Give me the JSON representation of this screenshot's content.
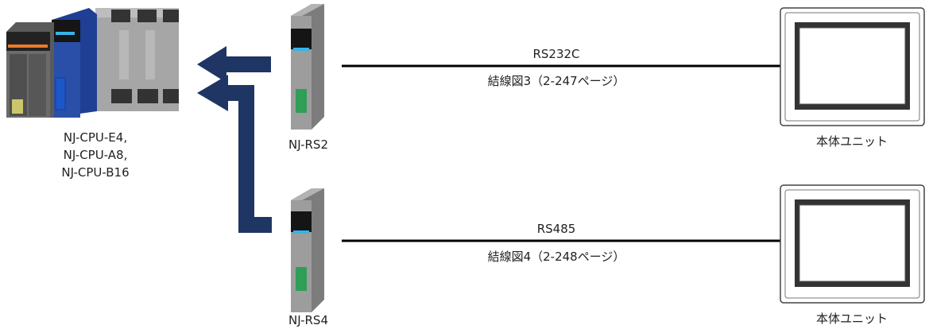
{
  "plc": {
    "labels": [
      "NJ-CPU-E4,",
      "NJ-CPU-A8,",
      "NJ-CPU-B16"
    ]
  },
  "modules": [
    {
      "name": "NJ-RS2"
    },
    {
      "name": "NJ-RS4"
    }
  ],
  "links": [
    {
      "protocol": "RS232C",
      "wiring": "結線図3（2-247ページ）"
    },
    {
      "protocol": "RS485",
      "wiring": "結線図4（2-248ページ）"
    }
  ],
  "terminals": [
    {
      "name": "本体ユニット"
    },
    {
      "name": "本体ユニット"
    }
  ],
  "colors": {
    "arrow": "#1f3564",
    "cpu_blue": "#2a4fa8",
    "module_gray": "#9d9d9d",
    "led_cyan": "#35b4e8",
    "connector_green": "#2f9e57",
    "cable": "#000000"
  }
}
